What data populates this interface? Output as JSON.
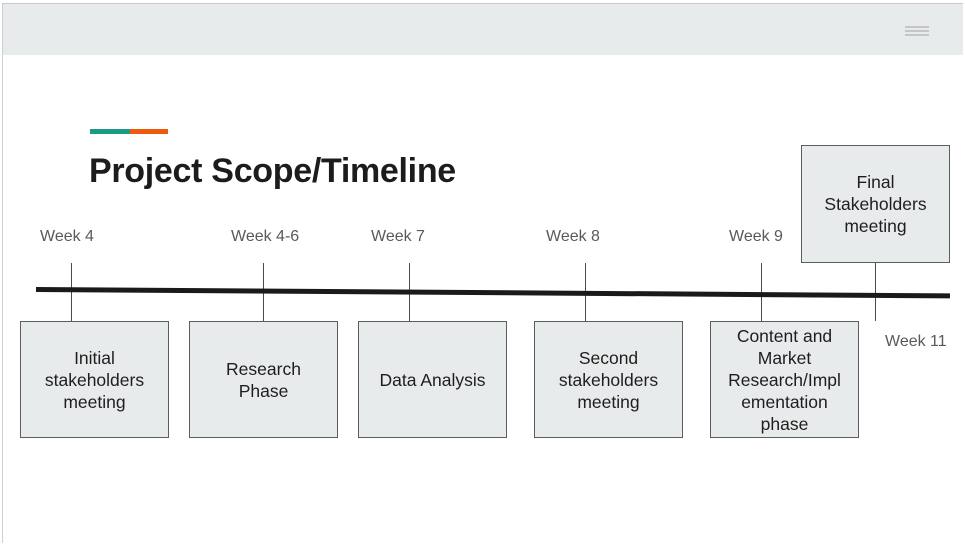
{
  "slide": {
    "title": "Project Scope/Timeline",
    "accent_colors": [
      "#1b9a87",
      "#ef5b0c"
    ],
    "menu_icon": "hamburger-menu-icon"
  },
  "timeline": {
    "milestones": [
      {
        "week": "Week 4",
        "label": "Initial\nstakeholders\nmeeting"
      },
      {
        "week": "Week 4-6",
        "label": "Research\nPhase"
      },
      {
        "week": "Week 7",
        "label": "Data Analysis"
      },
      {
        "week": "Week 8",
        "label": "Second\nstakeholders\nmeeting"
      },
      {
        "week": "Week 9",
        "label": "Content and\nMarket\nResearch/Impl\nementation\nphase"
      },
      {
        "week": "Week 11",
        "label": "Final\nStakeholders\nmeeting"
      }
    ]
  }
}
